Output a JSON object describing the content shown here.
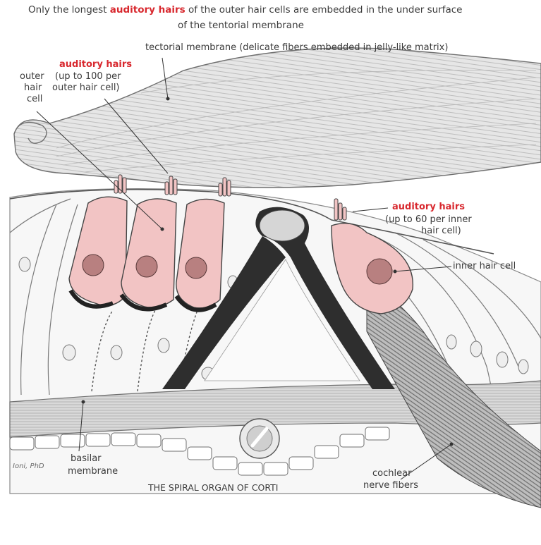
{
  "heading": {
    "line1_pre": "Only the longest ",
    "line1_highlight": "auditory hairs",
    "line1_post": " of the outer hair cells are embedded in the under surface",
    "line2": "of the tentorial membrane"
  },
  "labels": {
    "tectorial": "tectorial membrane (delicate fibers embedded in jelly-like matrix)",
    "outer_hairs_title": "auditory hairs",
    "outer_hairs_sub1": "(up to 100 per",
    "outer_hairs_sub2": "outer hair cell)",
    "outer_cell_1": "outer",
    "outer_cell_2": "hair",
    "outer_cell_3": "cell",
    "inner_hairs_title": "auditory hairs",
    "inner_hairs_sub1": "(up to 60 per inner",
    "inner_hairs_sub2": "hair cell)",
    "inner_cell": "inner hair cell",
    "basilar_1": "basilar",
    "basilar_2": "membrane",
    "cochlear_1": "cochlear",
    "cochlear_2": "nerve fibers",
    "diagram_title": "THE SPIRAL ORGAN OF CORTI",
    "signature": "Ioni, PhD"
  },
  "colors": {
    "highlight": "#d8282e",
    "hair_cell": "#f2c4c4",
    "tectorial": "#e3e3e3",
    "pillar": "#2c2c2c",
    "ink": "#3a3a3a"
  }
}
